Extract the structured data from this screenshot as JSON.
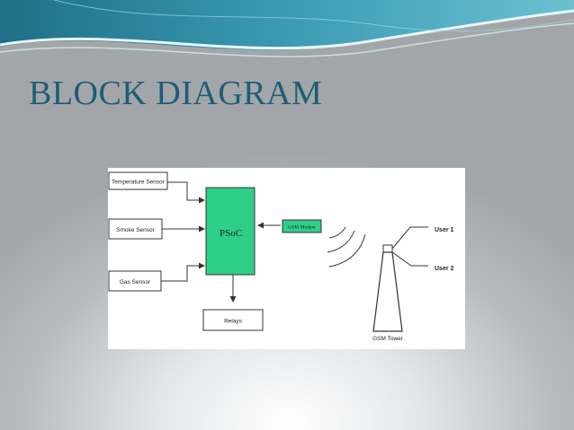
{
  "slide": {
    "title": "BLOCK DIAGRAM"
  },
  "diagram": {
    "blocks": {
      "temperature_sensor": "Temperature Sensor",
      "smoke_sensor": "Smoke Sensor",
      "gas_sensor": "Gas Sensor",
      "psoc": "PSoC",
      "gsm_modem": "GSM Modem",
      "relays": "Relays"
    },
    "tower_label": "GSM Tower",
    "users": [
      "User 1",
      "User 2"
    ],
    "colors": {
      "psoc_fill": "#2fce86",
      "modem_fill": "#2fce86",
      "title_text": "#1d5d78",
      "banner_teal": "#2f8fa6"
    }
  }
}
